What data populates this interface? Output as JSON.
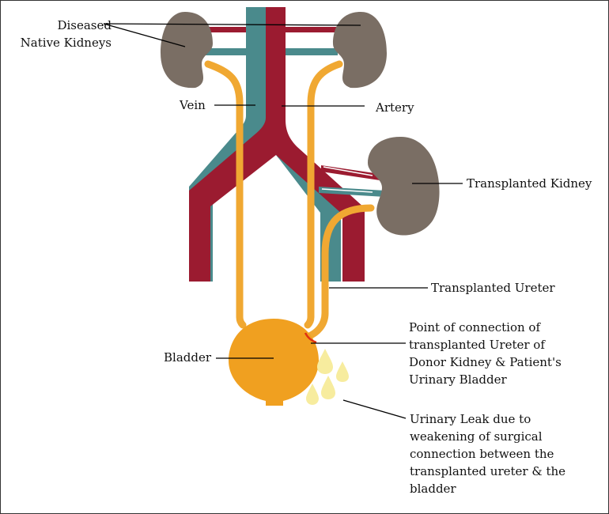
{
  "labels": {
    "diseased_kidneys_line1": "Diseased",
    "diseased_kidneys_line2": "Native Kidneys",
    "vein": "Vein",
    "artery": "Artery",
    "transplanted_kidney": "Transplanted Kidney",
    "transplanted_ureter": "Transplanted Ureter",
    "bladder": "Bladder",
    "connection_point": [
      "Point of connection of",
      "transplanted Ureter of",
      "Donor Kidney & Patient's",
      "Urinary Bladder"
    ],
    "urinary_leak": [
      "Urinary Leak due to",
      "weakening of surgical",
      "connection between the",
      "transplanted ureter & the",
      "bladder"
    ]
  },
  "colors": {
    "kidney": "#7a6e64",
    "artery": "#9b1b30",
    "vein": "#4a8a8c",
    "ureter": "#f0a832",
    "bladder": "#f0a020",
    "leak_drops": "#f7ec9e",
    "connection_mark": "#e03010",
    "leader_lines": "#000000"
  }
}
